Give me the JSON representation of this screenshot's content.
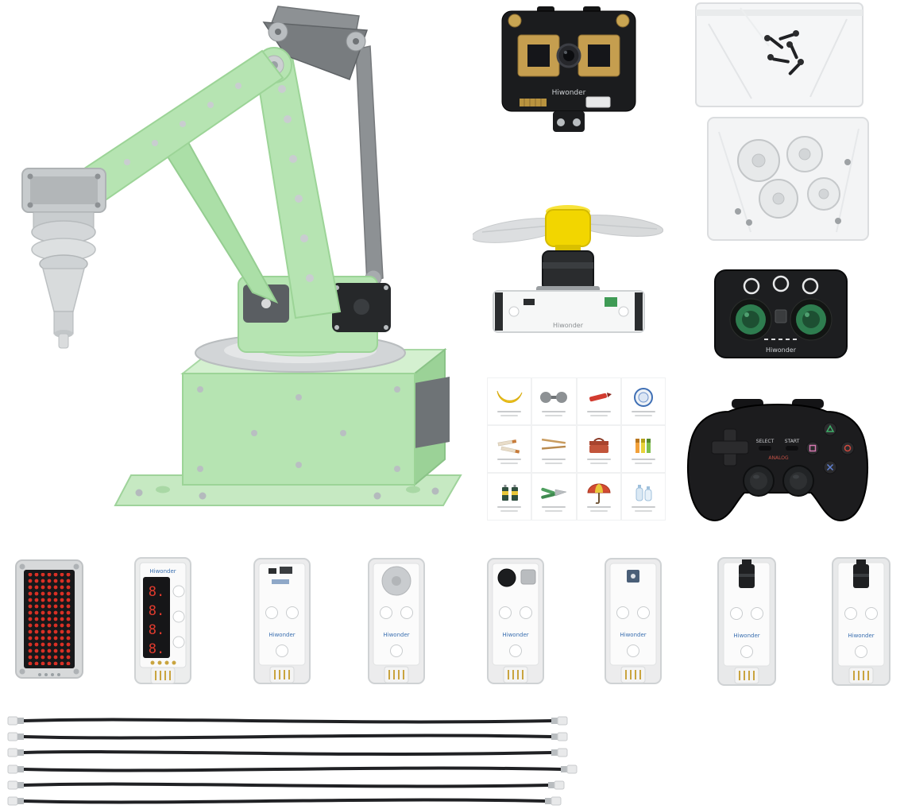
{
  "page": {
    "background": "#ffffff",
    "title": "Hiwonder robotic arm kit product photo"
  },
  "brand": {
    "wordmark": "Hiwonder"
  },
  "colors": {
    "arm_green": "#b6e4b2",
    "arm_green_light": "#d4f0d0",
    "metal_silver": "#cfd3d5",
    "pcb_black": "#1b1c1e",
    "pad_gold": "#c59e4f",
    "fan_yellow": "#f2d600",
    "joystick_green": "#2e7d4f",
    "led_red": "#d93025",
    "brand_blue": "#3a6fb0",
    "cable_black": "#202124"
  },
  "components": {
    "robot_arm": {
      "name": "green-robotic-arm"
    },
    "camera_module": {
      "brand": "Hiwonder"
    },
    "screw_bag": {
      "name": "bag-of-screws"
    },
    "bearing_bag": {
      "name": "bag-of-metal-discs"
    },
    "fan_module": {
      "brand": "Hiwonder"
    },
    "joystick_module": {
      "brand": "Hiwonder"
    },
    "sorting_cards": {
      "grid": "4x3",
      "icons": [
        "banana-peel",
        "dumbbell",
        "marker-pen",
        "plate",
        "cigarette-butts",
        "disposable-chopsticks",
        "tool-box",
        "highlighter-pens",
        "storage-batteries",
        "garden-shears",
        "umbrella",
        "plastic-bottles"
      ]
    },
    "gamepad": {
      "select_label": "SELECT",
      "start_label": "START",
      "analog_label": "ANALOG"
    },
    "sensor_modules": [
      {
        "name": "dot-matrix-display-module"
      },
      {
        "name": "digit-display-module",
        "brand": "Hiwonder",
        "digits": [
          "8.",
          "8.",
          "8.",
          "8."
        ]
      },
      {
        "name": "sensor-module-a",
        "brand": "Hiwonder"
      },
      {
        "name": "round-sensor-module",
        "brand": "Hiwonder"
      },
      {
        "name": "dual-sensor-module",
        "brand": "Hiwonder"
      },
      {
        "name": "chip-sensor-module",
        "brand": "Hiwonder"
      },
      {
        "name": "connector-module-a",
        "brand": "Hiwonder"
      },
      {
        "name": "connector-module-b",
        "brand": "Hiwonder"
      }
    ],
    "cables": {
      "count": 6
    }
  }
}
